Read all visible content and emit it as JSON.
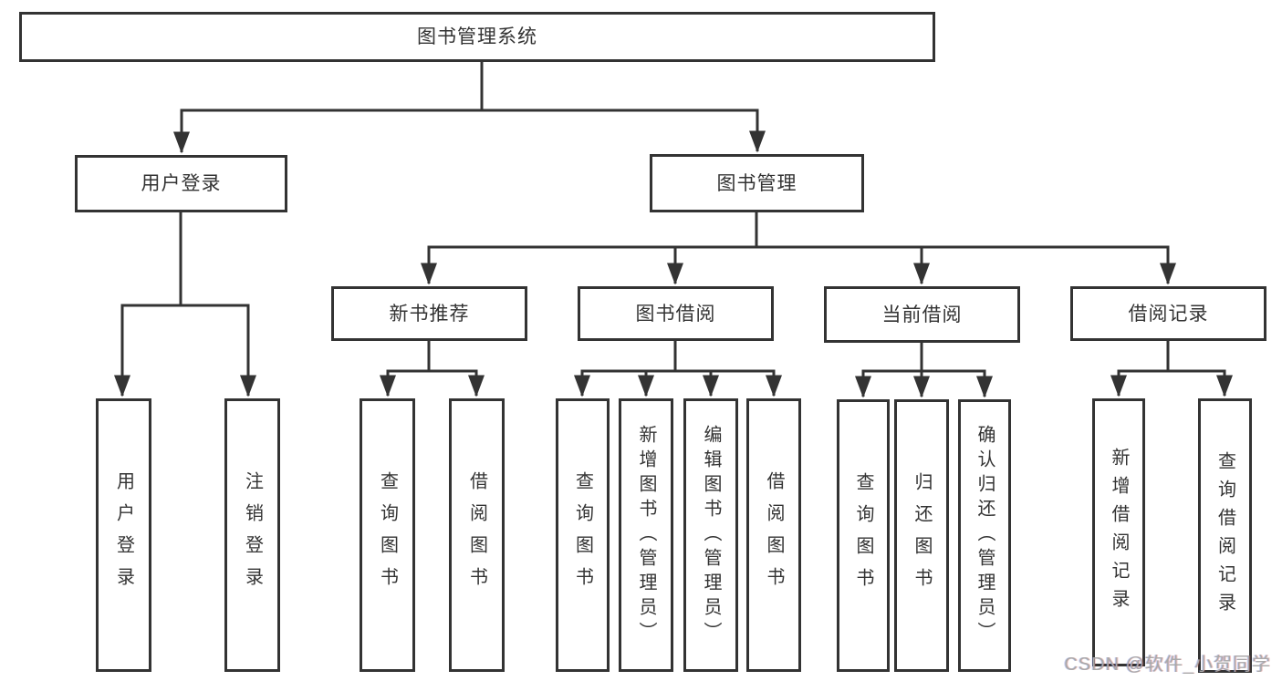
{
  "diagram": {
    "root": {
      "label": "图书管理系统"
    },
    "branches": [
      {
        "label": "用户登录",
        "children": [
          {
            "label": "用户登录"
          },
          {
            "label": "注销登录"
          }
        ]
      },
      {
        "label": "图书管理",
        "children": [
          {
            "label": "新书推荐",
            "children": [
              {
                "label": "查询图书"
              },
              {
                "label": "借阅图书"
              }
            ]
          },
          {
            "label": "图书借阅",
            "children": [
              {
                "label": "查询图书"
              },
              {
                "label": "新增图书（管理员）"
              },
              {
                "label": "编辑图书（管理员）"
              },
              {
                "label": "借阅图书"
              }
            ]
          },
          {
            "label": "当前借阅",
            "children": [
              {
                "label": "查询图书"
              },
              {
                "label": "归还图书"
              },
              {
                "label": "确认归还（管理员）"
              }
            ]
          },
          {
            "label": "借阅记录",
            "children": [
              {
                "label": "新增借阅记录"
              },
              {
                "label": "查询借阅记录"
              }
            ]
          }
        ]
      }
    ]
  },
  "watermark": {
    "text": "CSDN @软件_小贺同学"
  },
  "colors": {
    "line": "#333333",
    "text": "#333333",
    "box_fill": "#ffffff",
    "background": "#ffffff",
    "watermark": "#a9a9a9"
  }
}
